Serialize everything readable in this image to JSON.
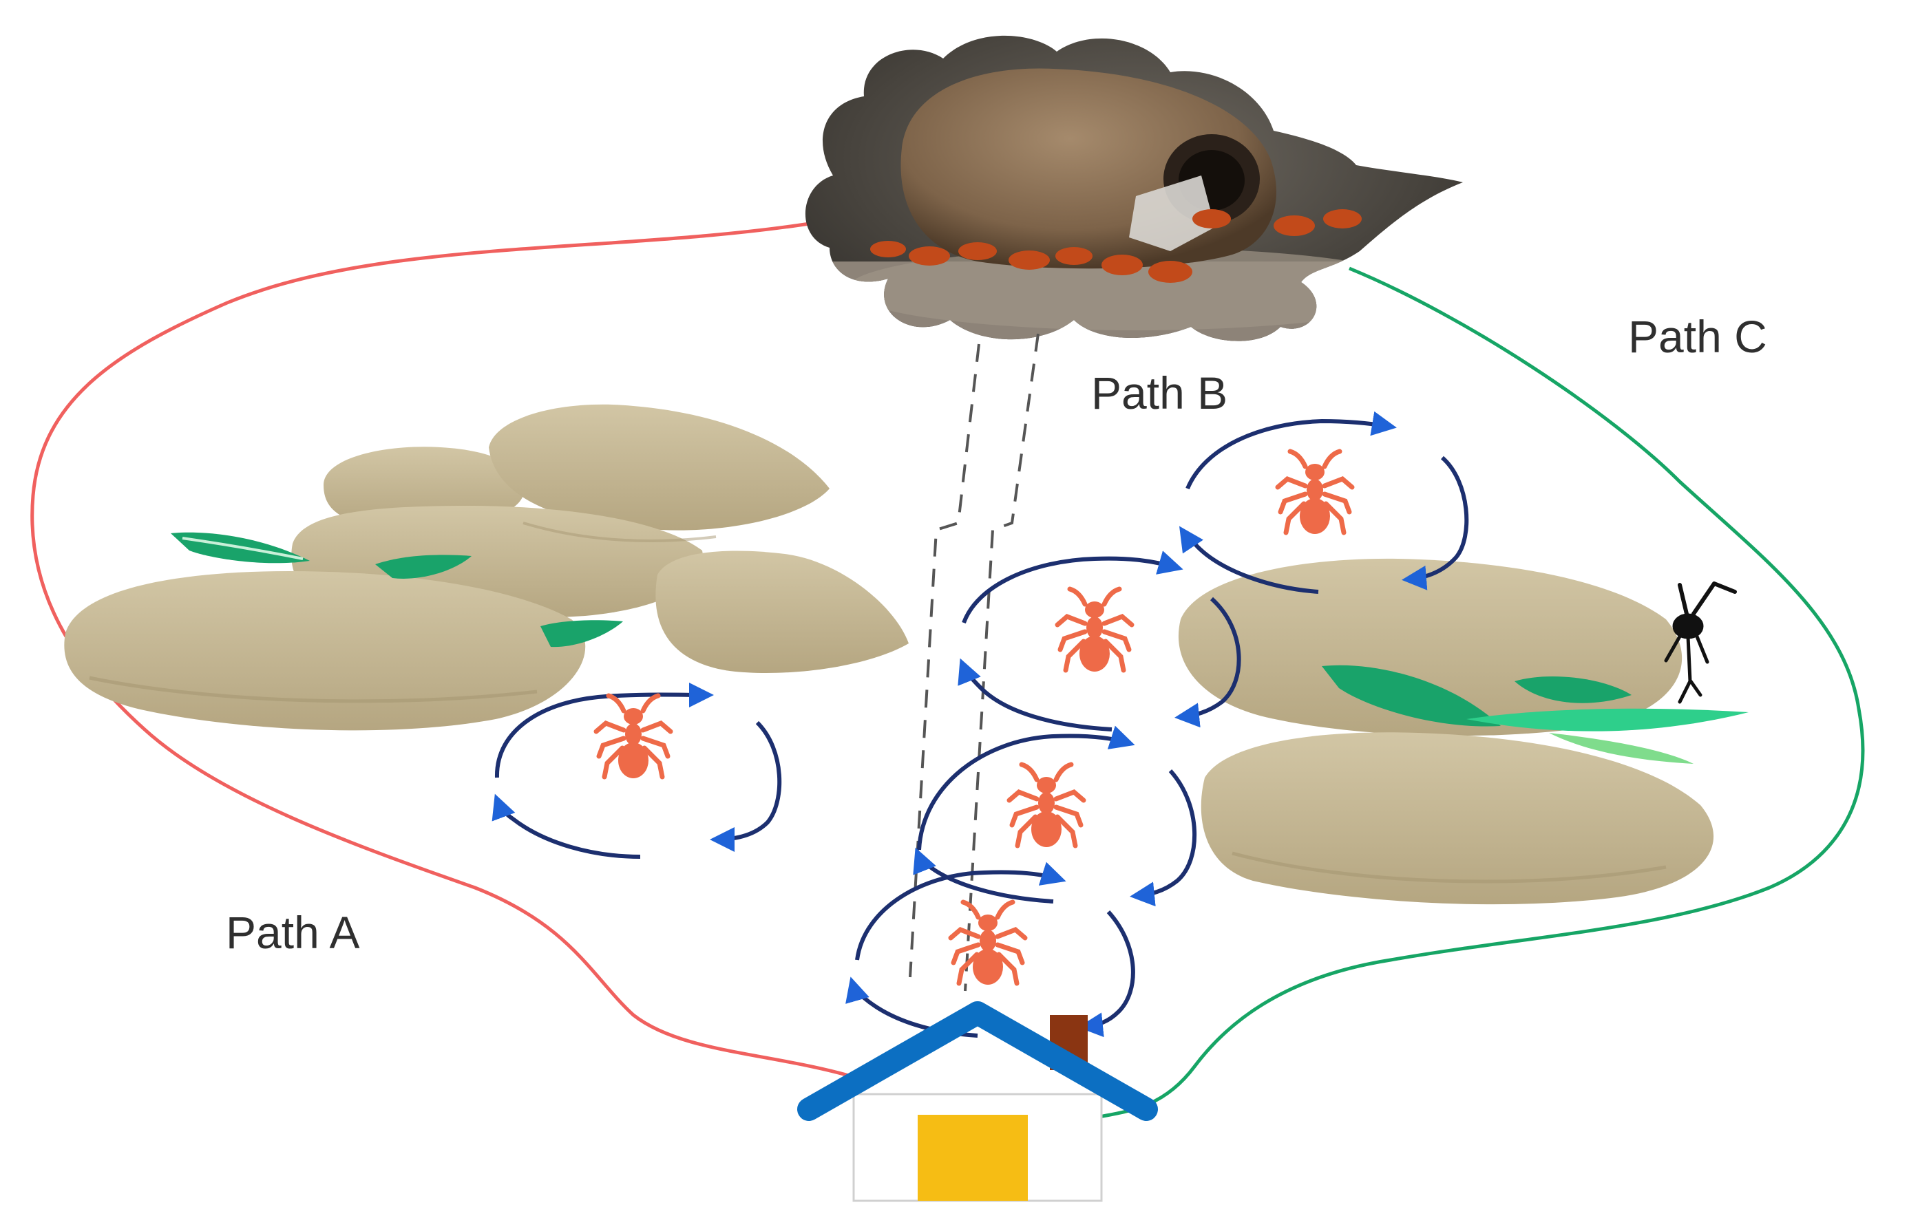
{
  "diagram": {
    "paths": [
      {
        "label": "Path A",
        "color": "#f0605e"
      },
      {
        "label": "Path B",
        "color": "#555555"
      },
      {
        "label": "Path C",
        "color": "#16a565"
      }
    ],
    "nodes": {
      "source": "food-source-photo",
      "destination": "house-icon"
    },
    "colors": {
      "rock": "#c9bb98",
      "leaf": "#19a36a",
      "ant": "#ee6a48",
      "arrow": "#1c2f6f",
      "arrowhead": "#1f63d8",
      "roof": "#0c6fc2",
      "door": "#f6bd14",
      "chimney": "#8a3512"
    }
  }
}
